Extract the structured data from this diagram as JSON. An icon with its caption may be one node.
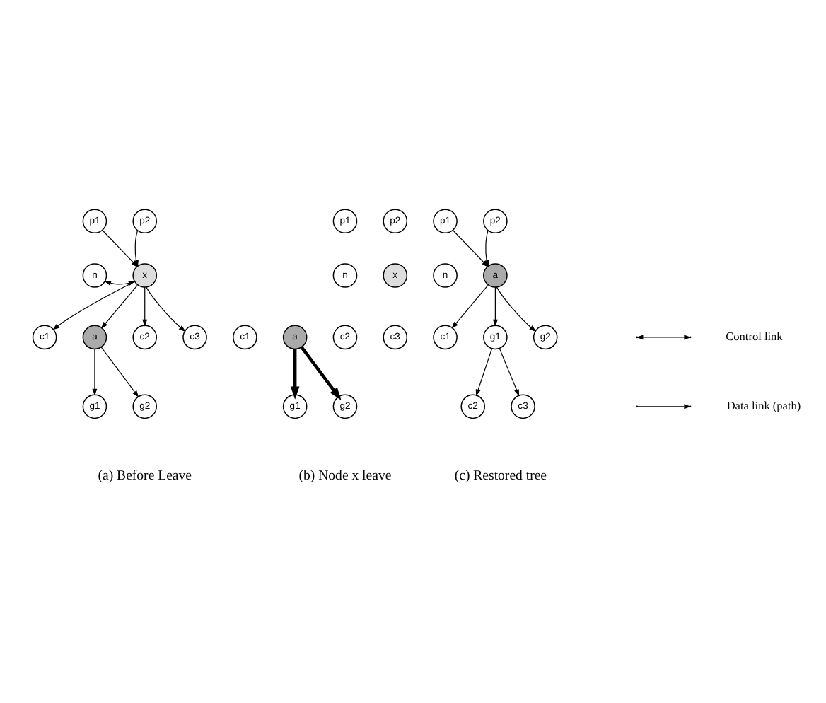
{
  "diagram": {
    "nodes": [
      {
        "text": [
          "p1"
        ]
      },
      {
        "text": [
          "p2"
        ]
      },
      {
        "text": [
          "n"
        ]
      },
      {
        "text": [
          "x"
        ]
      },
      {
        "text": [
          "c1"
        ]
      },
      {
        "text": [
          "a"
        ]
      },
      {
        "text": [
          "c2"
        ]
      },
      {
        "text": [
          "c3"
        ]
      },
      {
        "text": [
          "g1"
        ]
      },
      {
        "text": [
          "g2"
        ]
      },
      {
        "text": [
          "p1"
        ]
      },
      {
        "text": [
          "p2"
        ]
      },
      {
        "text": [
          "n"
        ]
      },
      {
        "text": [
          "x"
        ]
      },
      {
        "text": [
          "c1"
        ]
      },
      {
        "text": [
          "a"
        ]
      },
      {
        "text": [
          "c2"
        ]
      },
      {
        "text": [
          "c3"
        ]
      },
      {
        "text": [
          "g1"
        ]
      },
      {
        "text": [
          "g2"
        ]
      },
      {
        "text": [
          "p1"
        ]
      },
      {
        "text": [
          "p2"
        ]
      },
      {
        "text": [
          "n"
        ]
      },
      {
        "text": [
          "a"
        ]
      },
      {
        "text": [
          "c1"
        ]
      },
      {
        "text": [
          "g1"
        ]
      },
      {
        "text": [
          "g2"
        ]
      },
      {
        "text": [
          "c2"
        ]
      },
      {
        "text": [
          "c3"
        ]
      }
    ],
    "edges": [
      {
        "from": 0,
        "to": 3,
        "arrow": "to"
      },
      {
        "from": 1,
        "to": 3,
        "arrow": "to"
      },
      {
        "from": 3,
        "to": 2,
        "arrow": "both"
      },
      {
        "from": 3,
        "to": 4,
        "arrow": "to"
      },
      {
        "from": 3,
        "to": 5,
        "arrow": "to"
      },
      {
        "from": 3,
        "to": 6,
        "arrow": "to"
      },
      {
        "from": 3,
        "to": 7,
        "arrow": "to"
      },
      {
        "from": 5,
        "to": 8,
        "arrow": "to"
      },
      {
        "from": 5,
        "to": 9,
        "arrow": "to"
      },
      {
        "from": 15,
        "to": 18,
        "arrow": "to",
        "style": "thick"
      },
      {
        "from": 15,
        "to": 19,
        "arrow": "to",
        "style": "thick"
      },
      {
        "from": 20,
        "to": 23,
        "arrow": "to"
      },
      {
        "from": 21,
        "to": 23,
        "arrow": "to"
      },
      {
        "from": 23,
        "to": 24,
        "arrow": "to"
      },
      {
        "from": 23,
        "to": 25,
        "arrow": "to"
      },
      {
        "from": 23,
        "to": 26,
        "arrow": "to"
      },
      {
        "from": 25,
        "to": 27,
        "arrow": "to"
      },
      {
        "from": 25,
        "to": 28,
        "arrow": "to"
      }
    ],
    "labels": [
      "(a) Before Leave",
      "(b) Node x leave",
      "(c) Restored tree"
    ],
    "legend": [
      {
        "text": "Control link"
      },
      {
        "text": "Data link (path)"
      }
    ]
  }
}
